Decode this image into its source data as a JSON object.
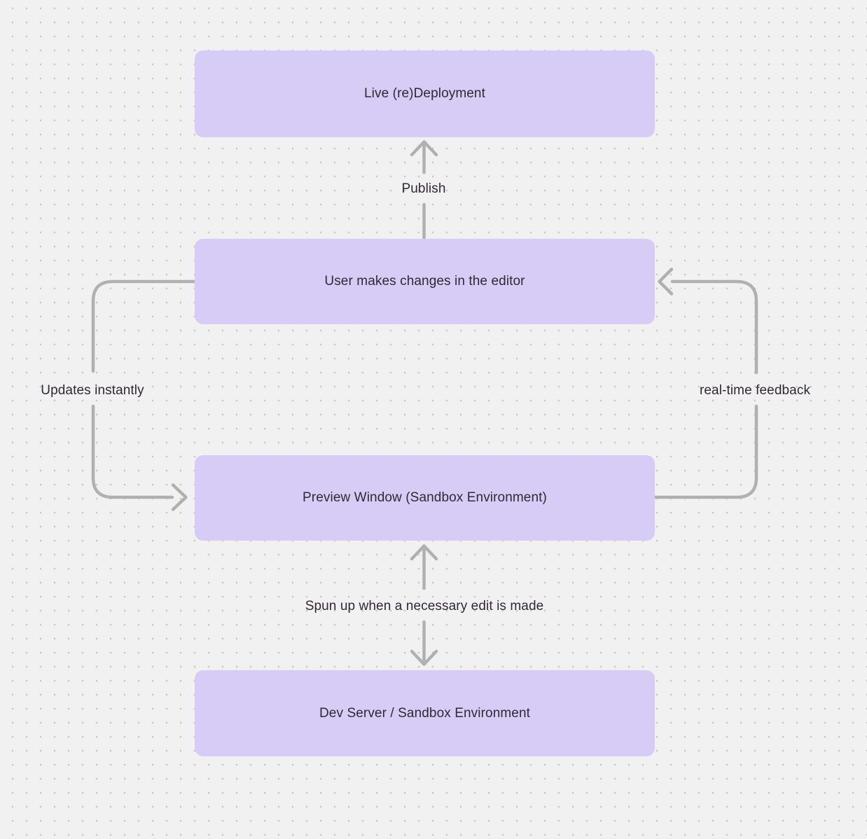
{
  "diagram": {
    "type": "flowchart",
    "colors": {
      "background": "#f2f1f2",
      "dot": "#c9c9c9",
      "node_fill": "#d7ccf5",
      "node_text": "#2e2a33",
      "arrow": "#b1b0b0",
      "label_text": "#2e2a33"
    },
    "nodes": [
      {
        "id": "live-deployment",
        "label": "Live (re)Deployment"
      },
      {
        "id": "user-editor",
        "label": "User makes changes in the editor"
      },
      {
        "id": "preview-window",
        "label": "Preview Window (Sandbox Environment)"
      },
      {
        "id": "dev-server",
        "label": "Dev Server / Sandbox Environment"
      }
    ],
    "edges": [
      {
        "id": "publish",
        "label": "Publish",
        "from": "user-editor",
        "to": "live-deployment",
        "style": "straight-up"
      },
      {
        "id": "updates-instantly",
        "label": "Updates instantly",
        "from": "user-editor",
        "to": "preview-window",
        "style": "left-loop"
      },
      {
        "id": "real-time-feedback",
        "label": "real-time feedback",
        "from": "preview-window",
        "to": "user-editor",
        "style": "right-loop"
      },
      {
        "id": "spun-up",
        "label": "Spun up when a necessary edit is made",
        "from": "dev-server",
        "to": "preview-window",
        "style": "bidirectional-vertical"
      }
    ]
  }
}
